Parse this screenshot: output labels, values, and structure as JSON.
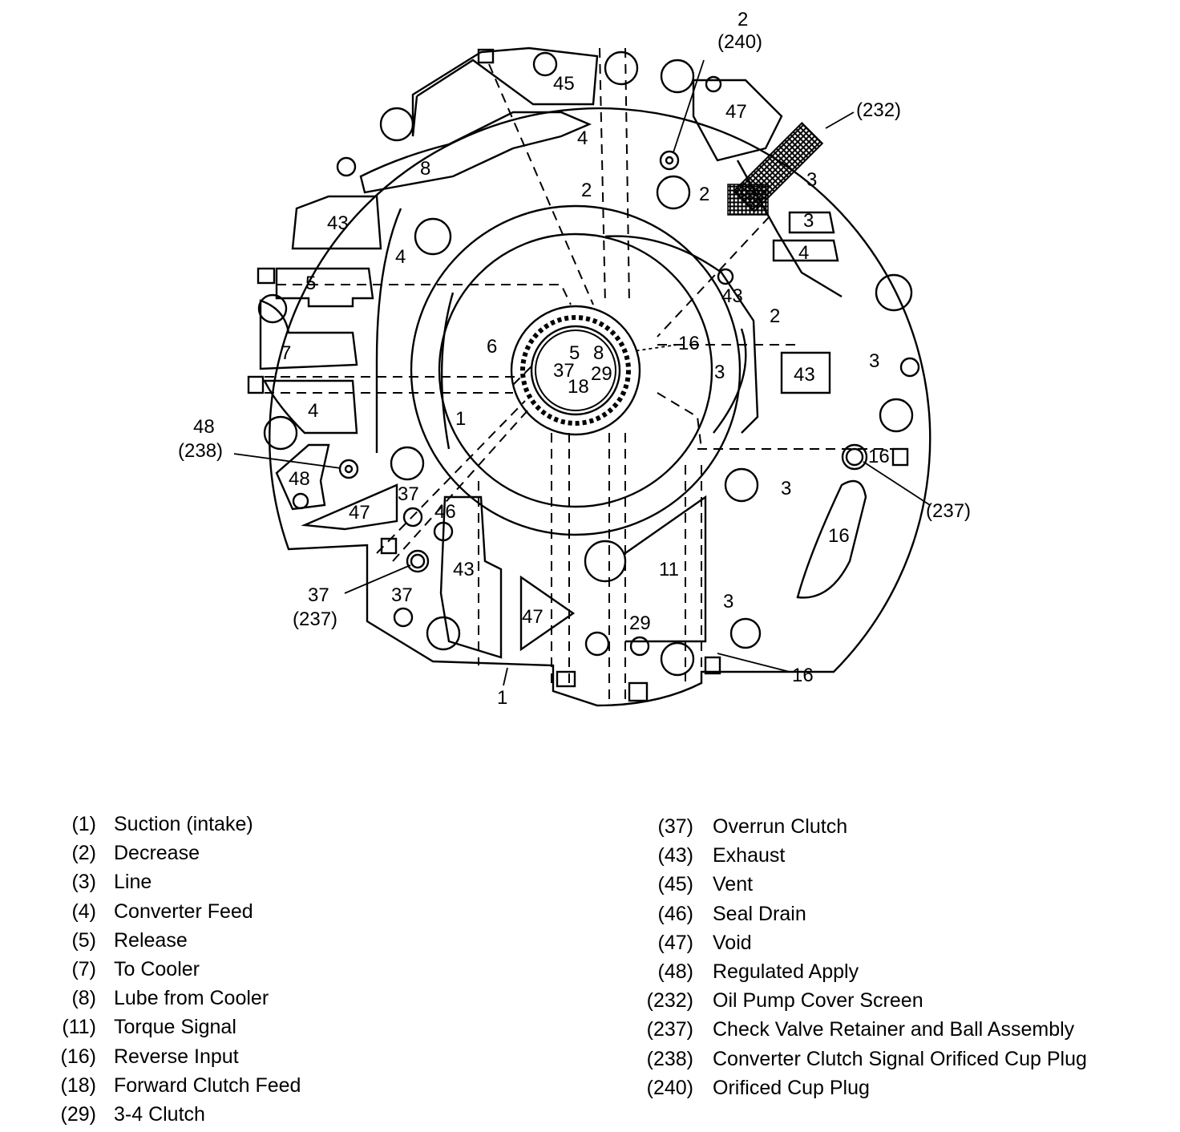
{
  "callouts": {
    "c2_240_num": "2",
    "c2_240_code": "(240)",
    "c232": "(232)",
    "c48_num": "48",
    "c48_code": "(238)",
    "c237_right": "(237)",
    "c37_num": "37",
    "c37_code": "(237)",
    "c16_bottom": "16",
    "c1_bottom": "1",
    "c16_center": "16",
    "c6_center": "6"
  },
  "regions": {
    "r45": "45",
    "r47_top": "47",
    "r8": "8",
    "r4_top": "4",
    "r2_top": "2",
    "r2_mid": "2",
    "r3_a": "3",
    "r3_b": "3",
    "r4_right": "4",
    "r43_left": "43",
    "r4_left": "4",
    "r5": "5",
    "r43_mid": "43",
    "r2_right": "2",
    "r7": "7",
    "r3_center": "3",
    "r43_box": "43",
    "r3_far": "3",
    "r4_lower": "4",
    "r1": "1",
    "r16_valve": "16",
    "r48": "48",
    "r37_a": "37",
    "r47_low": "47",
    "r46": "46",
    "r3_low": "3",
    "r16_slot": "16",
    "r43_low": "43",
    "r11": "11",
    "r37_b": "37",
    "r3_bottom": "3",
    "r47_tri": "47",
    "r29": "29"
  },
  "hub": {
    "h5": "5",
    "h8": "8",
    "h37": "37",
    "h29": "29",
    "h18": "18"
  },
  "legend_left": [
    {
      "code": "(1)",
      "label": "Suction (intake)"
    },
    {
      "code": "(2)",
      "label": "Decrease"
    },
    {
      "code": "(3)",
      "label": "Line"
    },
    {
      "code": "(4)",
      "label": "Converter Feed"
    },
    {
      "code": "(5)",
      "label": "Release"
    },
    {
      "code": "(7)",
      "label": "To Cooler"
    },
    {
      "code": "(8)",
      "label": "Lube from Cooler"
    },
    {
      "code": "(11)",
      "label": "Torque Signal"
    },
    {
      "code": "(16)",
      "label": "Reverse Input"
    },
    {
      "code": "(18)",
      "label": "Forward Clutch Feed"
    },
    {
      "code": "(29)",
      "label": "3-4 Clutch"
    }
  ],
  "legend_right": [
    {
      "code": "(37)",
      "label": "Overrun Clutch"
    },
    {
      "code": "(43)",
      "label": "Exhaust"
    },
    {
      "code": "(45)",
      "label": "Vent"
    },
    {
      "code": "(46)",
      "label": "Seal Drain"
    },
    {
      "code": "(47)",
      "label": "Void"
    },
    {
      "code": "(48)",
      "label": "Regulated Apply"
    },
    {
      "code": "(232)",
      "label": "Oil Pump Cover Screen"
    },
    {
      "code": "(237)",
      "label": "Check Valve Retainer and Ball Assembly"
    },
    {
      "code": "(238)",
      "label": "Converter Clutch Signal Orificed Cup Plug"
    },
    {
      "code": "(240)",
      "label": "Orificed Cup Plug"
    }
  ]
}
